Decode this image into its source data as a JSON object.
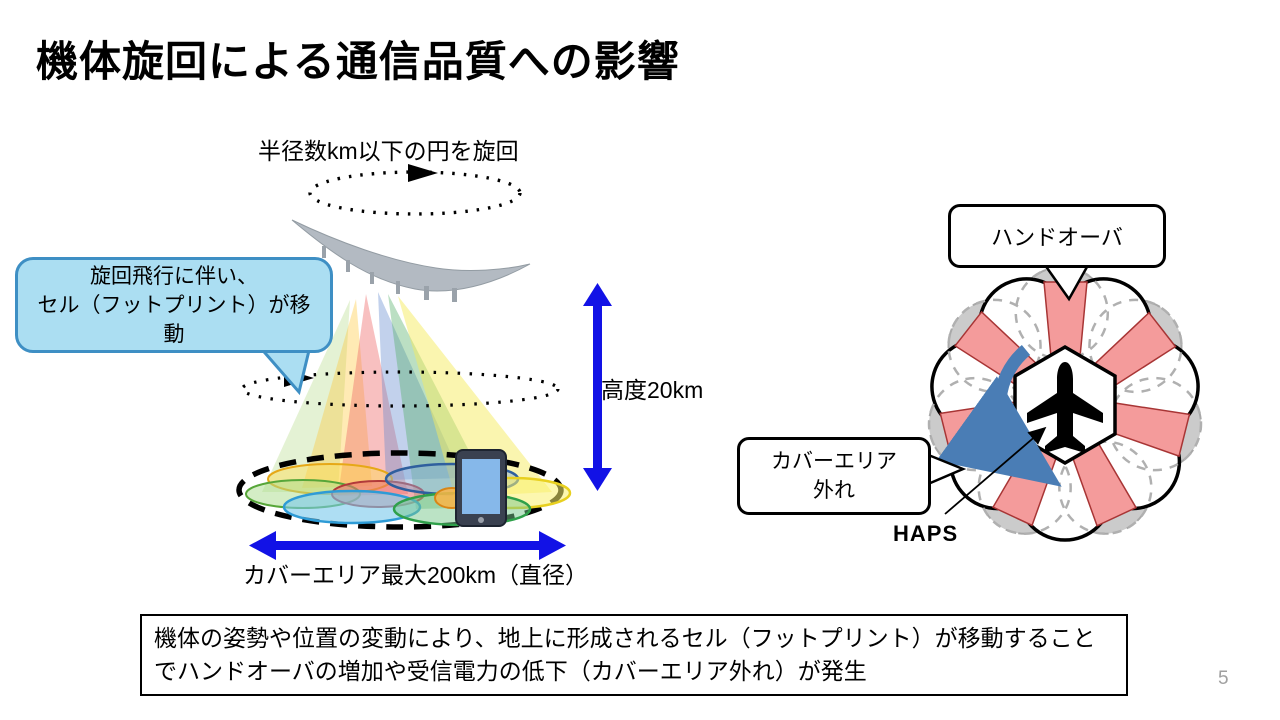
{
  "slide": {
    "title": "機体旋回による通信品質への影響",
    "page_number": "5"
  },
  "left_diagram": {
    "orbit_label": "半径数km以下の円を旋回",
    "callout_text": "旋回飛行に伴い、\nセル（フットプリント）が移\n動",
    "altitude_label": "高度20km",
    "coverage_label": "カバーエリア最大200km（直径）"
  },
  "right_diagram": {
    "handover_label": "ハンドオーバ",
    "coverage_gap_label": "カバーエリア\n外れ",
    "haps_label": "HAPS"
  },
  "bottom_note": "機体の姿勢や位置の変動により、地上に形成されるセル（フットプリント）が移動することでハンドオーバの増加や受信電力の低下（カバーエリア外れ）が発生",
  "colors": {
    "measure_arrow_blue": "#1212E6",
    "callout_fill": "#ABDEF2",
    "callout_border": "#3E8FC4",
    "handover_zone_pink": "#F49B9B",
    "shifted_cell_gray": "#CBCBCB",
    "rotation_arrow_blue": "#4A7DB5"
  }
}
